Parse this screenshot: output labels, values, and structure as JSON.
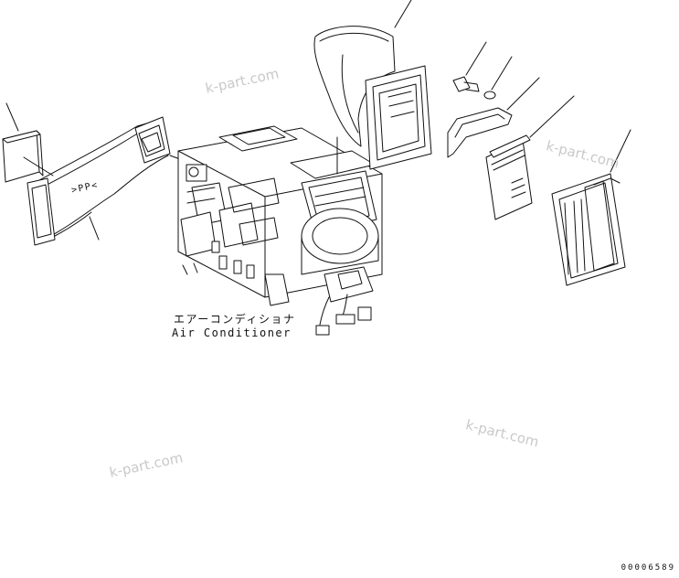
{
  "caption": {
    "japanese": "エアーコンディショナ",
    "english": "Air Conditioner"
  },
  "duct_marking": ">PP<",
  "watermark": "k-part.com",
  "reference_number": "00006589",
  "colors": {
    "line": "#111111",
    "watermark": "#c9c9c9",
    "background": "#ffffff"
  }
}
